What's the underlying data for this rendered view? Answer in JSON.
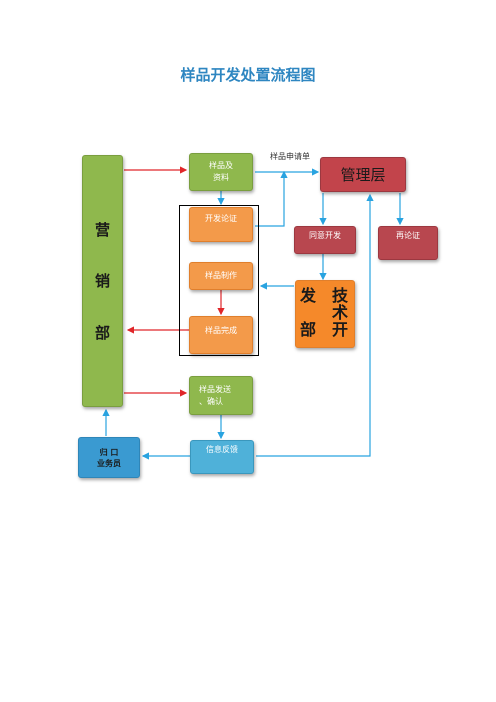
{
  "title": "样品开发处置流程图",
  "nodes": {
    "sales": [
      "营",
      "销",
      "部"
    ],
    "sample_and_data": [
      "样品及",
      "资料"
    ],
    "dev_review": "开发论证",
    "sample_making": "样品制作",
    "sample_done": "样品完成",
    "sample_send": [
      "样品发送",
      "、确认"
    ],
    "feedback": "信息反馈",
    "management": "管理层",
    "agree_dev": "同意开发",
    "re_review": "再论证",
    "tech_dev": [
      "技",
      "发",
      "术",
      "部",
      "开"
    ],
    "counterpart": [
      "归 口",
      "业务员"
    ]
  },
  "edge_labels": {
    "sample_application": "样品申请单"
  },
  "colors": {
    "title": "#2e86c1",
    "green": "#8fb84d",
    "orange": "#f39a4a",
    "red": "#b8474f",
    "blue": "#4fb1d9",
    "arrow_red": "#e0262a",
    "arrow_blue": "#29a3e0"
  }
}
